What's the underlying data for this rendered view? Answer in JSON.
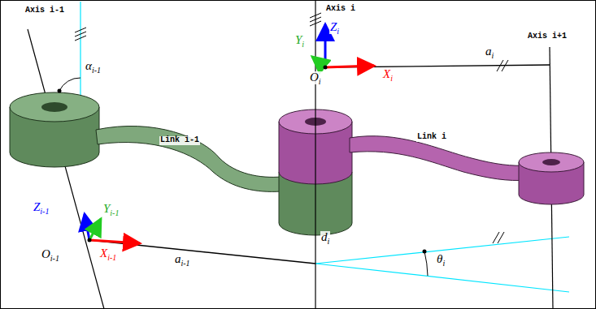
{
  "diagram": {
    "labels": [
      "Axis i-1",
      "Axis i",
      "Axis i+1",
      "Zi",
      "Yi",
      "Oi",
      "Xi",
      "ai",
      "αi-1",
      "Link i-1",
      "Link i",
      "Zi-1",
      "Yi-1",
      "Oi-1",
      "Xi-1",
      "ai-1",
      "di",
      "θi"
    ]
  }
}
